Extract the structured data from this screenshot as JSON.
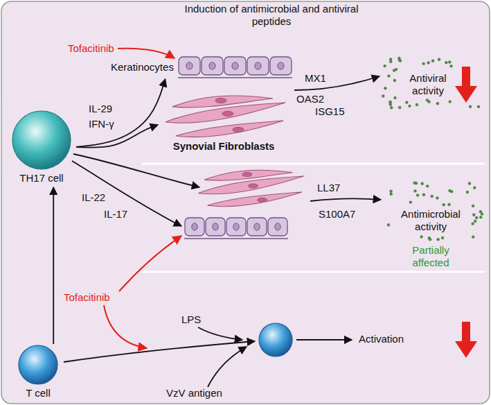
{
  "diagram": {
    "title": "Induction of antimicrobial and antiviral peptides",
    "nodes": [
      {
        "text": [
          "TH17 cell"
        ]
      },
      {
        "text": [
          "Keratinocytes"
        ]
      },
      {
        "text": [
          "Synovial Fibroblasts"
        ]
      },
      {
        "text": [
          "T cell"
        ]
      }
    ],
    "edges": [
      {
        "from": 0,
        "to": 1,
        "arrow": "to"
      },
      {
        "from": 0,
        "to": 2,
        "arrow": "to"
      },
      {
        "from": 3,
        "to": 0,
        "arrow": "to"
      }
    ],
    "labels": [
      "Tofacitinib",
      "IL-29",
      "IFN-γ",
      "MX1",
      "OAS2",
      "ISG15",
      "Antiviral activity",
      "IL-22",
      "IL-17",
      "LL37",
      "S100A7",
      "Antimicrobial activity",
      "Partially affected",
      "Tofacitinib",
      "LPS",
      "VzV antigen",
      "Activation"
    ]
  }
}
